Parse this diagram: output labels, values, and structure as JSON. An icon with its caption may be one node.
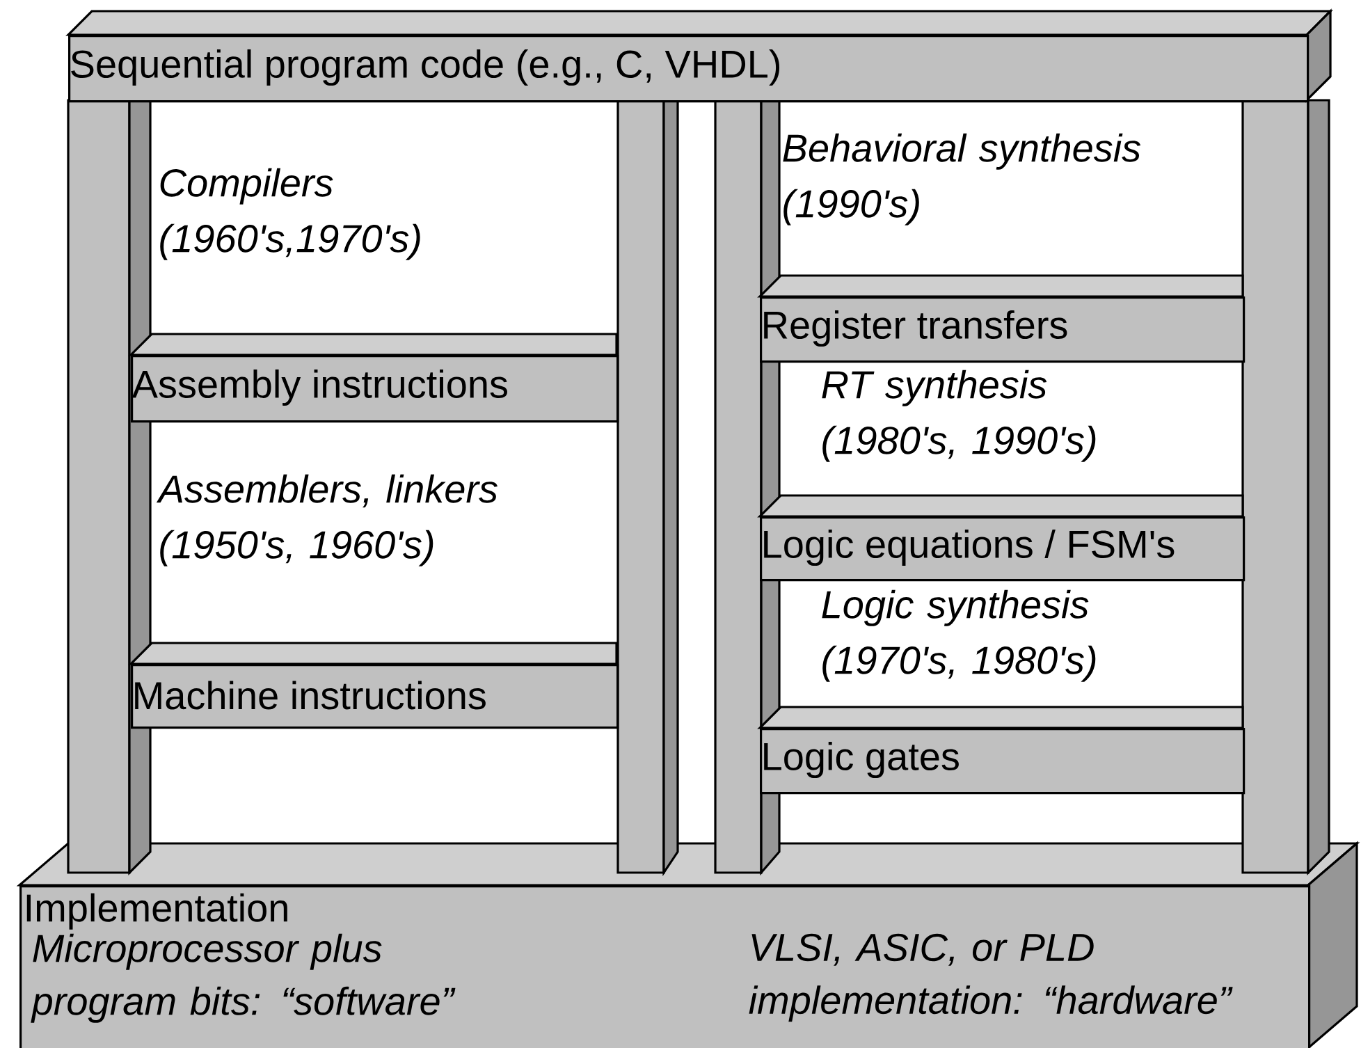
{
  "diagram": {
    "nodes": [
      {
        "text": [
          "Sequential program code  (e.g., C, VHDL)"
        ]
      },
      {
        "text": [
          "Assembly instructions"
        ]
      },
      {
        "text": [
          "Machine instructions"
        ]
      },
      {
        "text": [
          "Register transfers"
        ]
      },
      {
        "text": [
          "Logic equations / FSM's"
        ]
      },
      {
        "text": [
          "Logic gates"
        ]
      },
      {
        "text": [
          "Implementation",
          "Microprocessor plus program bits: “software”",
          "VLSI, ASIC, or PLD implementation: “hardware”"
        ]
      }
    ],
    "labels": [
      "Compilers (1960's,1970's)",
      "Assemblers, linkers (1950's, 1960's)",
      "Behavioral synthesis (1990's)",
      "RT synthesis (1980's, 1990's)",
      "Logic synthesis (1970's, 1980's)"
    ]
  }
}
